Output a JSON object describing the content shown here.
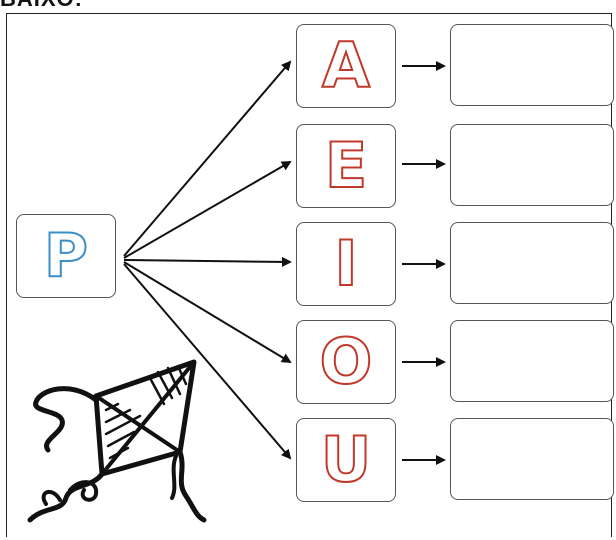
{
  "header": {
    "partial_text": "BAIXO:"
  },
  "consonant": {
    "letter": "P",
    "stroke_color": "#3a8fc8"
  },
  "vowels": [
    {
      "letter": "A"
    },
    {
      "letter": "E"
    },
    {
      "letter": "I"
    },
    {
      "letter": "O"
    },
    {
      "letter": "U"
    }
  ],
  "colors": {
    "vowel_stroke": "#c0392b",
    "border": "#555555"
  },
  "illustration": {
    "icon": "kite-icon"
  }
}
